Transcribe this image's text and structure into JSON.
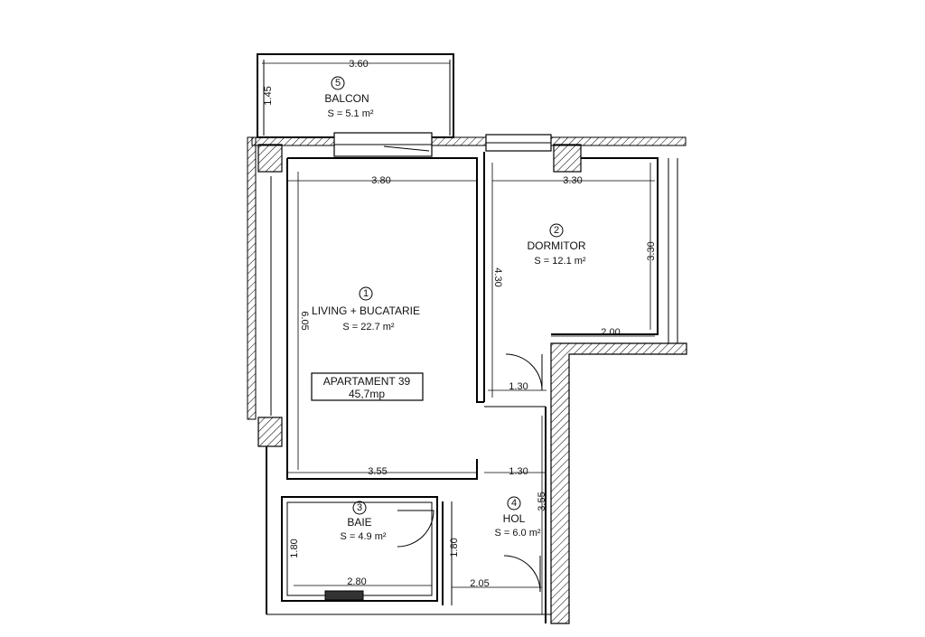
{
  "plan_title": "APARTAMENT 39",
  "plan_area": "45,7mp",
  "rooms": [
    {
      "number": "5",
      "name": "BALCON",
      "area": "S = 5.1 m²"
    },
    {
      "number": "2",
      "name": "DORMITOR",
      "area": "S = 12.1 m²"
    },
    {
      "number": "1",
      "name": "LIVING + BUCATARIE",
      "area": "S = 22.7 m²"
    },
    {
      "number": "3",
      "name": "BAIE",
      "area": "S = 4.9 m²"
    },
    {
      "number": "4",
      "name": "HOL",
      "area": "S = 6.0 m²"
    }
  ],
  "dimensions": {
    "balcony_width": "3.60",
    "balcony_depth": "1.45",
    "living_width": "3.80",
    "living_depth": "6.05",
    "living_bottom": "3.55",
    "dorm_width": "3.30",
    "dorm_depth": "3.30",
    "dorm_left": "4.30",
    "dorm_bottom": "2.00",
    "door_gap": "1.30",
    "hol_width": "1.30",
    "hol_depth": "3.55",
    "bath_height": "1.80",
    "bath_width": "2.80",
    "hol_height": "1.80",
    "hol_bottom": "2.05"
  },
  "colors": {
    "ink": "#000000",
    "paper": "#ffffff"
  }
}
